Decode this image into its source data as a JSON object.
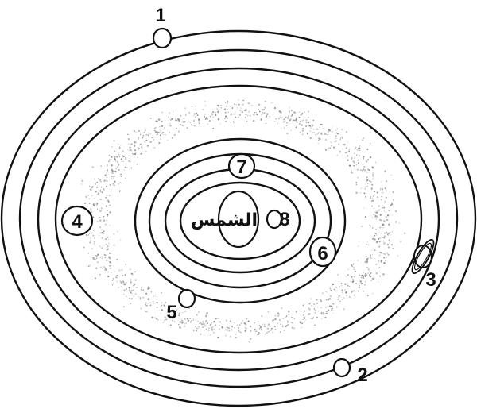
{
  "diagram": {
    "sun_label": "الشمس",
    "markers": [
      "1",
      "2",
      "3",
      "4",
      "5",
      "6",
      "7",
      "8"
    ]
  }
}
